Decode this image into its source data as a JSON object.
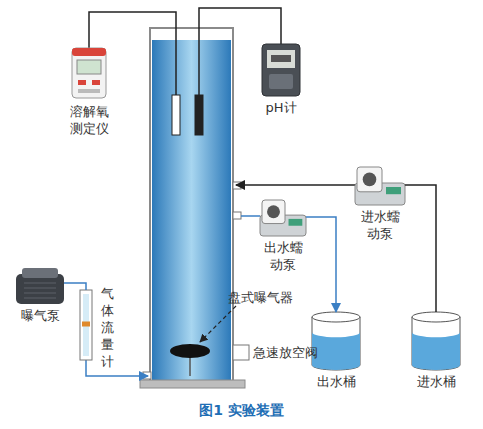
{
  "diagram": {
    "caption": "图1 实验装置",
    "nodes": [
      {
        "text": [
          "溶解氧测定仪"
        ]
      },
      {
        "text": [
          "pH计"
        ]
      },
      {
        "text": [
          "进水蠕动泵"
        ]
      },
      {
        "text": [
          "出水蠕动泵"
        ]
      },
      {
        "text": [
          "曝气泵"
        ]
      },
      {
        "text": [
          "气体流量计"
        ]
      },
      {
        "text": [
          "出水桶"
        ]
      },
      {
        "text": [
          "进水桶"
        ]
      }
    ],
    "edges": [
      {
        "from": 7,
        "to": 2,
        "arrow": "none"
      },
      {
        "from": 3,
        "to": 6,
        "arrow": "to"
      },
      {
        "from": 4,
        "to": 5,
        "arrow": "none"
      }
    ],
    "labels": [
      "盘式曝气器",
      "急速放空阀"
    ]
  }
}
